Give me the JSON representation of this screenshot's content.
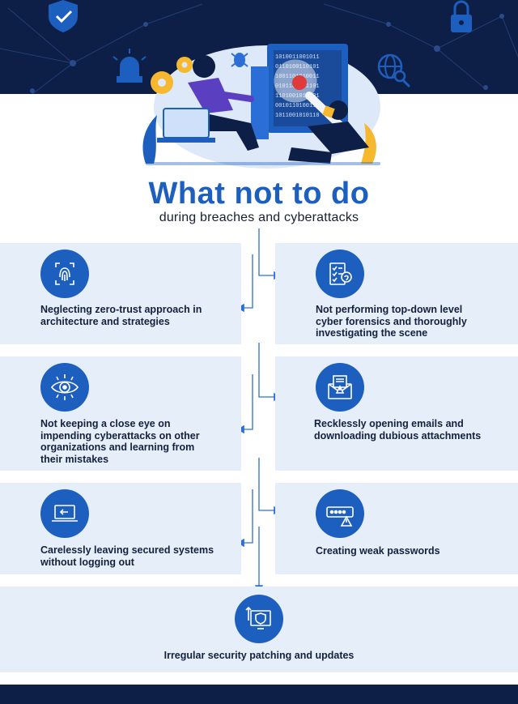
{
  "header": {
    "title": "What not to do",
    "subtitle": "during breaches and cyberattacks"
  },
  "colors": {
    "navy": "#0e1f47",
    "accent_blue": "#1d5fbf",
    "card_bg": "#e6eef9",
    "highlight_yellow": "#f5b82e"
  },
  "items": [
    {
      "icon": "fingerprint-icon",
      "text": "Neglecting zero-trust approach in architecture and strategies"
    },
    {
      "icon": "forensics-checklist-icon",
      "text": "Not performing top-down level cyber forensics and thoroughly investigating the scene"
    },
    {
      "icon": "monitoring-eye-icon",
      "text": "Not keeping a close eye on impending cyberattacks on other organizations and learning from their mistakes"
    },
    {
      "icon": "email-warning-icon",
      "text": "Recklessly opening emails and downloading dubious attachments"
    },
    {
      "icon": "logout-laptop-icon",
      "text": "Carelessly leaving secured systems without logging out"
    },
    {
      "icon": "weak-password-icon",
      "text": "Creating weak passwords"
    },
    {
      "icon": "security-update-icon",
      "text": "Irregular security patching and updates"
    }
  ]
}
